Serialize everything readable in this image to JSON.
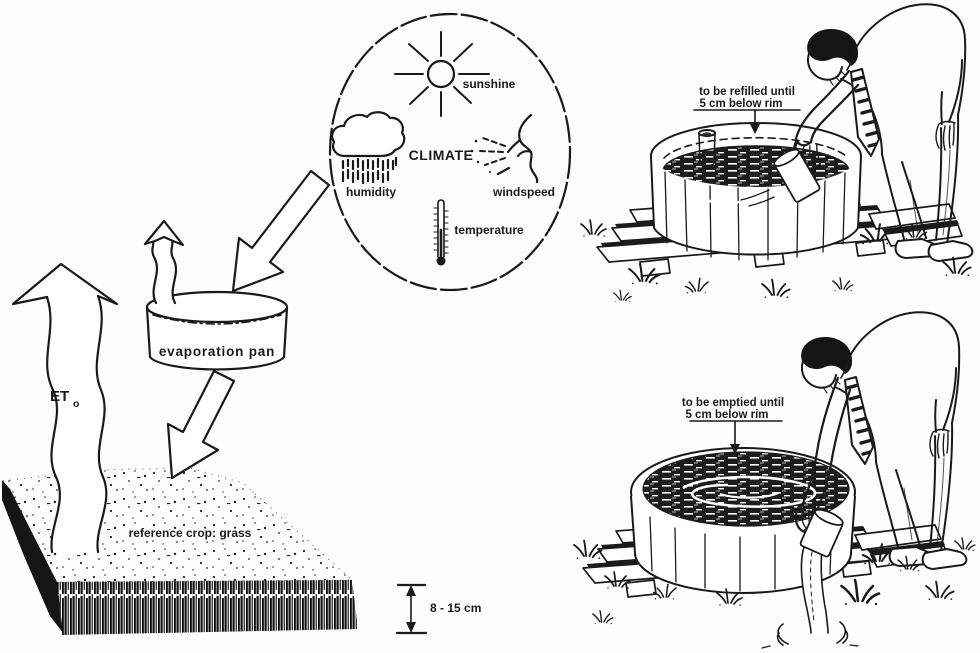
{
  "colors": {
    "ink": "#1a1a1a",
    "paper": "#ffffff"
  },
  "concept_diagram": {
    "climate": {
      "title": "CLIMATE",
      "factors": [
        {
          "label": "sunshine",
          "icon": "sun-icon"
        },
        {
          "label": "humidity",
          "icon": "rain-cloud-icon"
        },
        {
          "label": "windspeed",
          "icon": "wind-gust-icon"
        },
        {
          "label": "temperature",
          "icon": "thermometer-icon"
        }
      ]
    },
    "evaporation_pan_label": "evaporation pan",
    "et": {
      "symbol": "ET",
      "subscript": "o"
    },
    "reference_crop_label": "reference crop: grass",
    "grass_height_label": "8 - 15 cm"
  },
  "pan_maintenance": {
    "refill_note": {
      "line1": "to be refilled until",
      "line2": "5 cm below rim"
    },
    "empty_note": {
      "line1": "to be emptied until",
      "line2": "5 cm below rim"
    }
  }
}
